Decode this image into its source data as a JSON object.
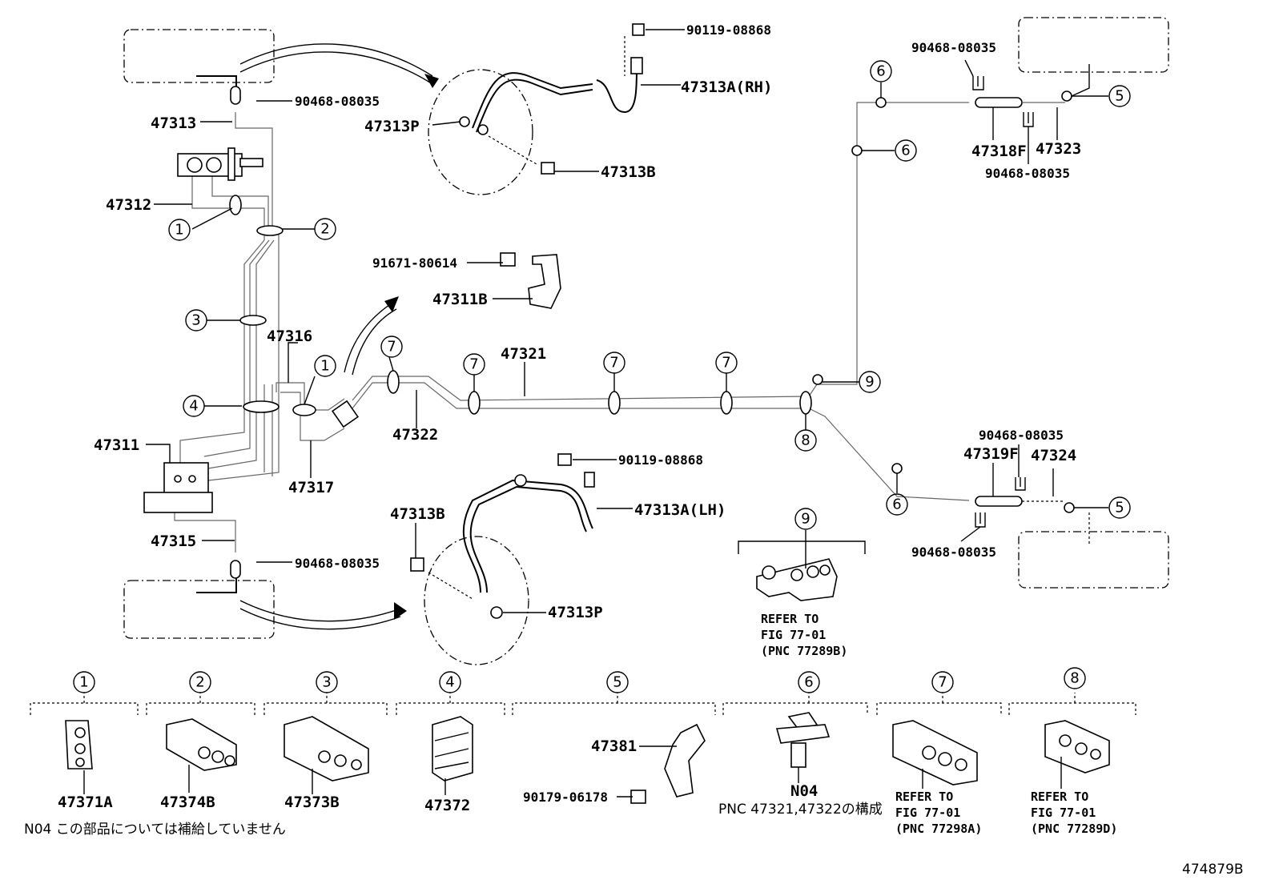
{
  "diagram_id": "474879B",
  "labels": {
    "p90119_top": "90119-08868",
    "p47313A_rh": "47313A(RH)",
    "p47313P_top": "47313P",
    "p47313B_top": "47313B",
    "p90468_tl": "90468-08035",
    "p47313": "47313",
    "p47312": "47312",
    "p91671": "91671-80614",
    "p47311B": "47311B",
    "p47316": "47316",
    "p47321": "47321",
    "p47322": "47322",
    "p47311": "47311",
    "p47317": "47317",
    "p47315": "47315",
    "p90468_bl": "90468-08035",
    "p90119_bot": "90119-08868",
    "p47313B_bot": "47313B",
    "p47313A_lh": "47313A(LH)",
    "p47313P_bot": "47313P",
    "p90468_tr1": "90468-08035",
    "p47318F": "47318F",
    "p47323": "47323",
    "p90468_tr2": "90468-08035",
    "p90468_br1": "90468-08035",
    "p47319F": "47319F",
    "p47324": "47324",
    "p90468_br2": "90468-08035",
    "ref9_1": "REFER TO",
    "ref9_2": "FIG 77-01",
    "ref9_3": "(PNC 77289B)",
    "leg1": "47371A",
    "leg2": "47374B",
    "leg3": "47373B",
    "leg4": "47372",
    "leg5a": "47381",
    "leg5b": "90179-06178",
    "leg6": "N04",
    "leg6_note": "PNC 47321,47322の構成",
    "ref7_1": "REFER TO",
    "ref7_2": "FIG 77-01",
    "ref7_3": "(PNC 77298A)",
    "ref8_1": "REFER TO",
    "ref8_2": "FIG 77-01",
    "ref8_3": "(PNC 77289D)",
    "footnote": "N04 この部品については補給していません"
  },
  "callouts": {
    "c1": "1",
    "c2": "2",
    "c3": "3",
    "c4": "4",
    "c5": "5",
    "c6": "6",
    "c7": "7",
    "c8": "8",
    "c9": "9"
  }
}
